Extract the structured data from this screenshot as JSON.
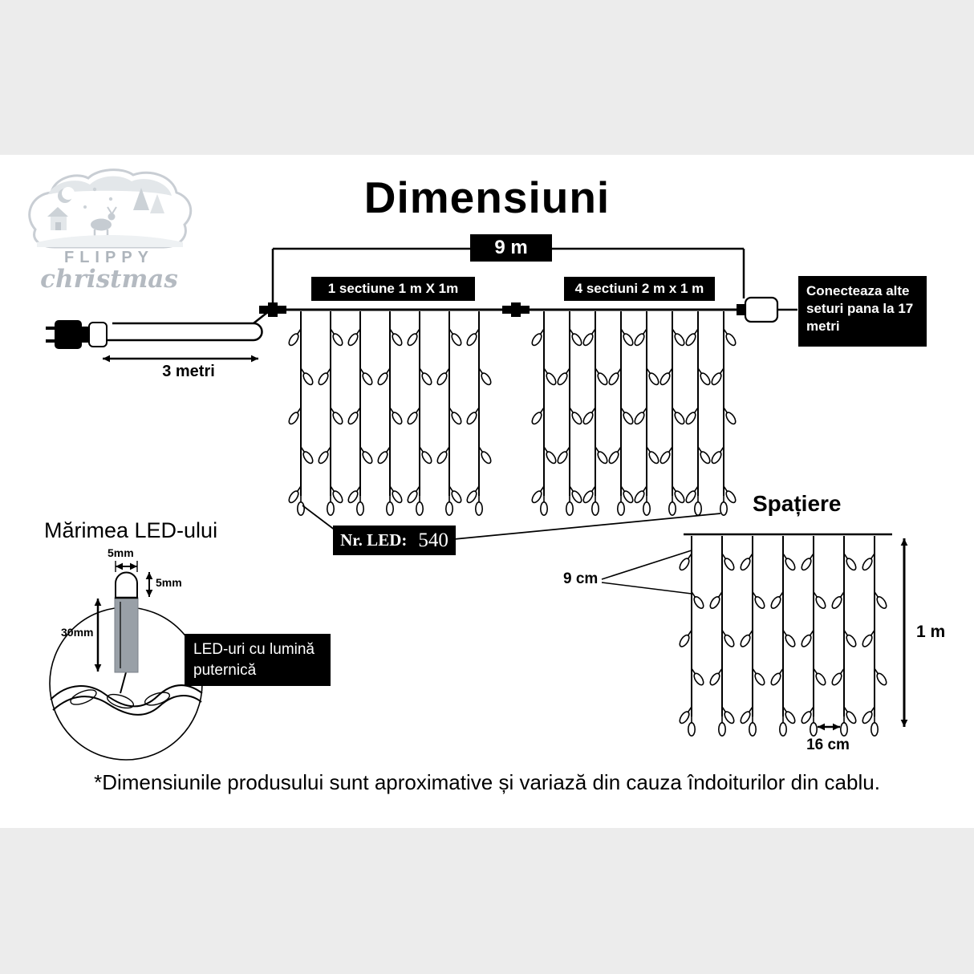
{
  "title": "Dimensiuni",
  "logo": {
    "name": "FLIPPY",
    "script": "christmas"
  },
  "dimensions": {
    "total_span": "9 m",
    "section1": "1 sectiune 1 m X 1m",
    "section2": "4 sectiuni 2 m x 1 m",
    "connect_note": "Conecteaza alte seturi pana la 17 metri",
    "lead_length": "3 metri"
  },
  "led_count": {
    "label": "Nr. LED:",
    "value": "540"
  },
  "spacing": {
    "heading": "Spațiere",
    "vertical_gap": "9 cm",
    "height": "1 m",
    "horizontal_gap": "16 cm"
  },
  "led_size": {
    "heading": "Mărimea LED-ului",
    "top_width": "5mm",
    "dome_height": "5mm",
    "body_height": "30mm",
    "callout": "LED-uri cu lumină puternică"
  },
  "footnote": "*Dimensiunile produsului sunt aproximative și variază din cauza îndoiturilor din cablu."
}
